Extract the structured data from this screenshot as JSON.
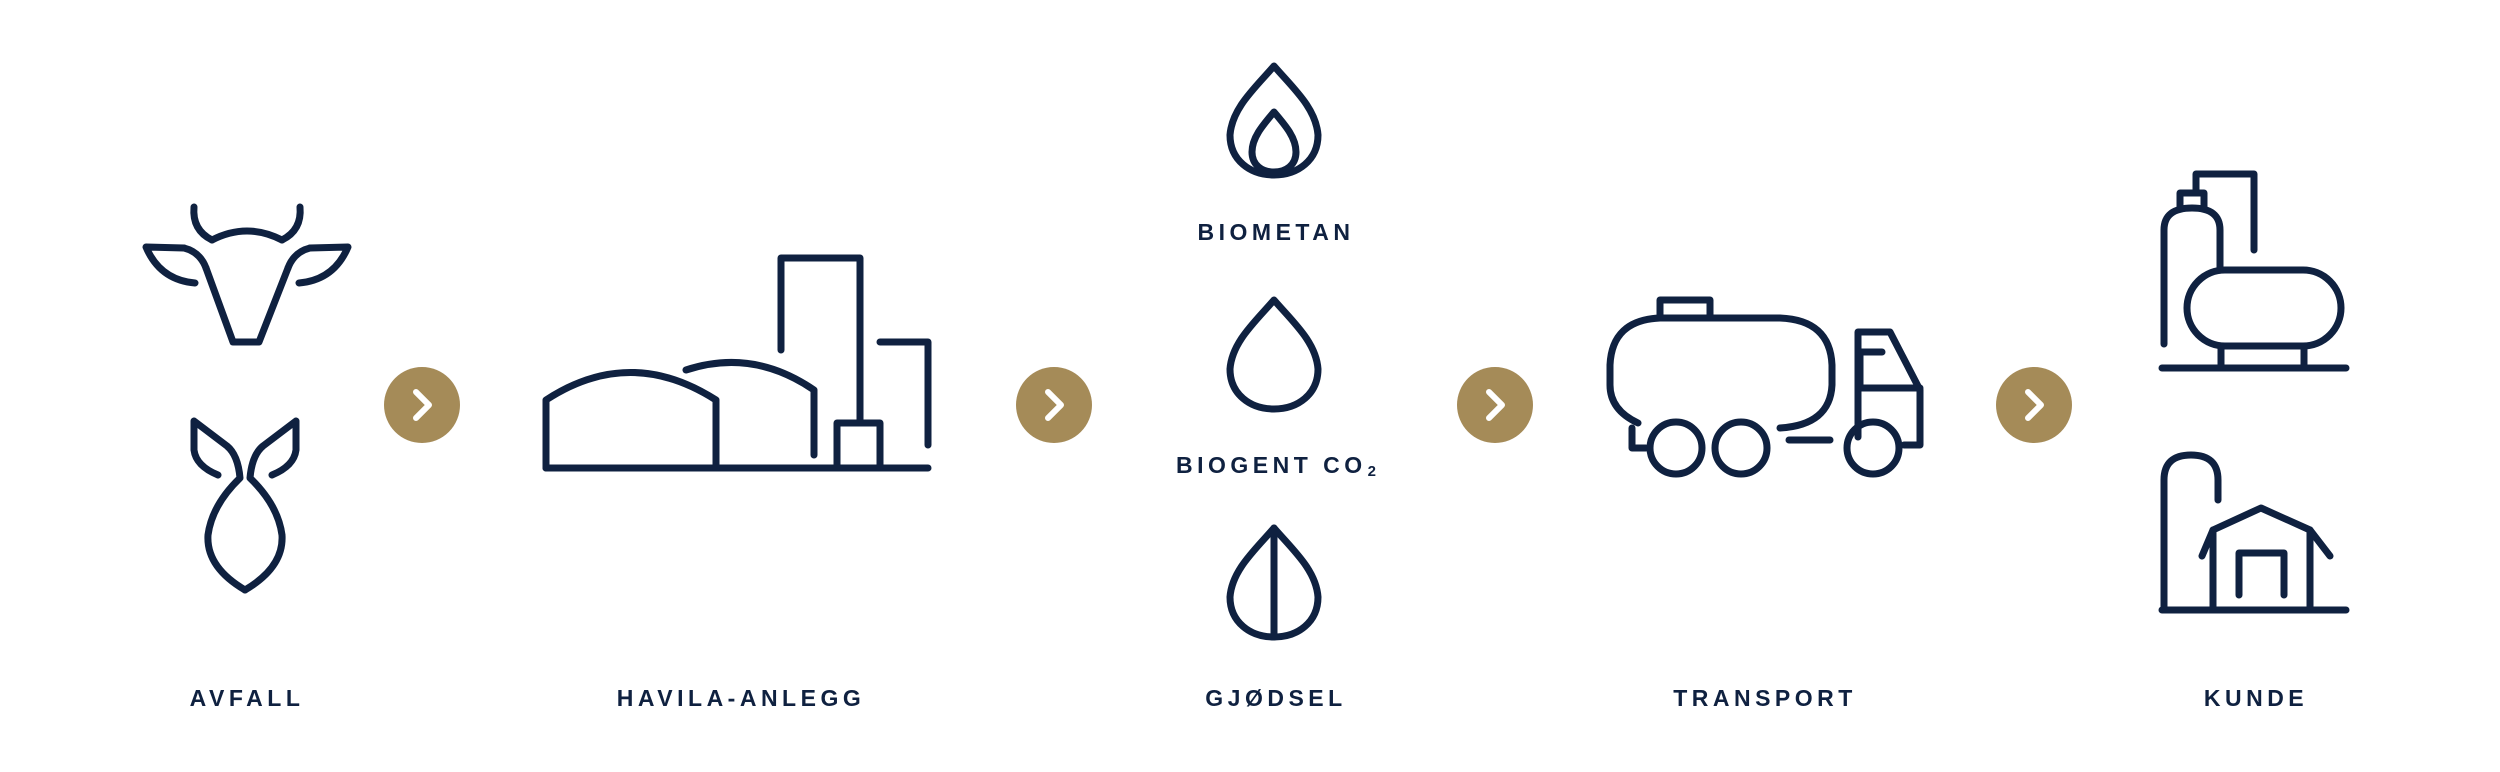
{
  "colors": {
    "ink": "#0f2140",
    "accent": "#a58b58",
    "background": "#ffffff"
  },
  "steps": [
    {
      "label": "AVFALL",
      "icons": [
        "cow-head-icon",
        "sprout-icon"
      ]
    },
    {
      "label": "HAVILA-ANLEGG",
      "icons": [
        "biogas-plant-icon"
      ]
    },
    {
      "label": "GJØDSEL",
      "icons": [
        "flame-drop-icon",
        "drop-icon",
        "leaf-drop-icon"
      ]
    },
    {
      "label": "TRANSPORT",
      "icons": [
        "tanker-truck-icon"
      ]
    },
    {
      "label": "KUNDE",
      "icons": [
        "gas-tank-icon",
        "barn-icon"
      ]
    }
  ],
  "products": [
    {
      "label": "BIOMETAN",
      "subscript": ""
    },
    {
      "label": "BIOGENT CO",
      "subscript": "2"
    }
  ],
  "arrow_icon": "chevron-right-icon"
}
